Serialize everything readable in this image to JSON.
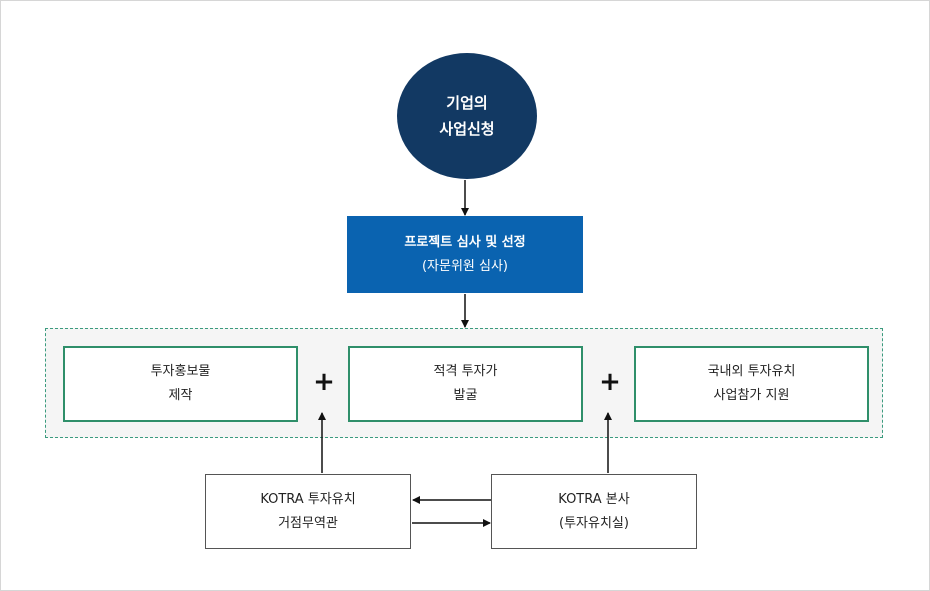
{
  "start": {
    "line1": "기업의",
    "line2": "사업신청"
  },
  "review": {
    "line1": "프로젝트 심사 및 선정",
    "line2": "(자문위원 심사)"
  },
  "support": {
    "items": [
      {
        "line1": "투자홍보물",
        "line2": "제작"
      },
      {
        "line1": "적격 투자가",
        "line2": "발굴"
      },
      {
        "line1": "국내외 투자유치",
        "line2": "사업참가 지원"
      }
    ],
    "plus_symbol": "+"
  },
  "kotra_trade": {
    "line1": "KOTRA 투자유치",
    "line2": "거점무역관"
  },
  "kotra_hq": {
    "line1": "KOTRA 본사",
    "line2": "(투자유치실)"
  },
  "colors": {
    "circle": "#123963",
    "review": "#0a63b0",
    "green_border": "#2f8f6a",
    "group_bg": "#f5f5f5"
  }
}
